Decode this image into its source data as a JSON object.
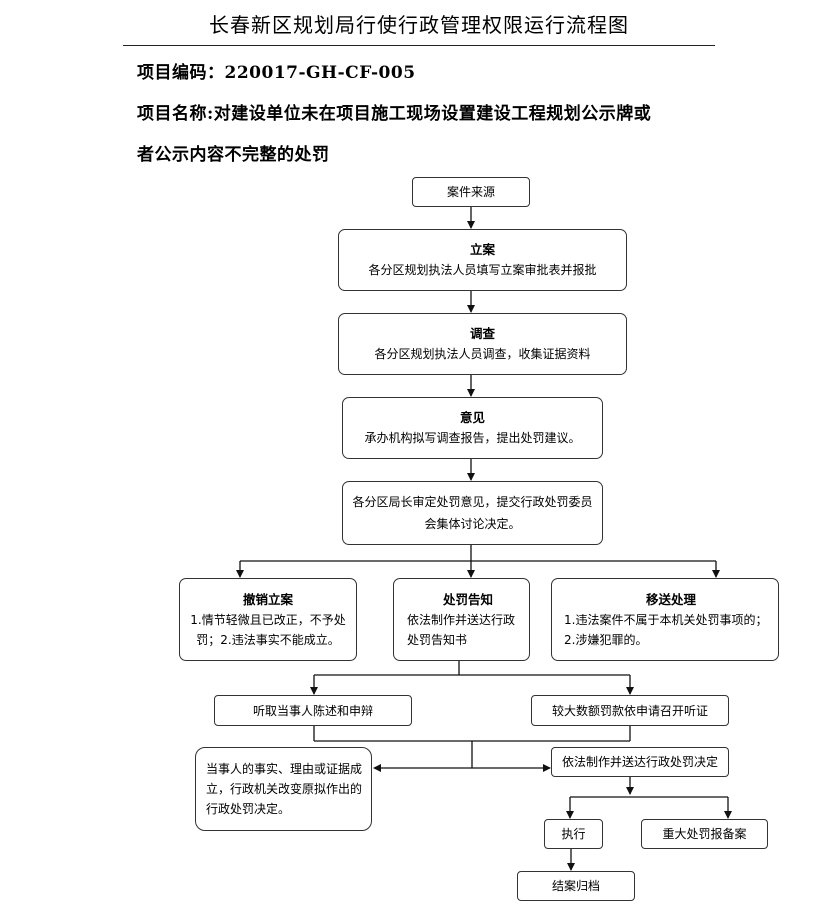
{
  "header": {
    "title": "长春新区规划局行使行政管理权限运行流程图",
    "project_code_label": "项目编码：",
    "project_code": "220017-GH-CF-005",
    "project_name_label": "项目名称:",
    "project_name_line1": "对建设单位未在项目施工现场设置建设工程规划公示牌或",
    "project_name_line2": "者公示内容不完整的处罚"
  },
  "flow": {
    "source": {
      "text": "案件来源"
    },
    "filing": {
      "heading": "立案",
      "text": "各分区规划执法人员填写立案审批表并报批"
    },
    "investigation": {
      "heading": "调查",
      "text": "各分区规划执法人员调查，收集证据资料"
    },
    "opinion": {
      "heading": "意见",
      "text": "承办机构拟写调查报告，提出处罚建议。"
    },
    "review": {
      "line1": "各分区局长审定处罚意见，提交行政处罚委员",
      "line2": "会集体讨论决定。"
    },
    "revoke": {
      "heading": "撤销立案",
      "line1": "1.情节轻微且已改正，不予处",
      "line2": "罚；2.违法事实不能成立。"
    },
    "notice": {
      "heading": "处罚告知",
      "line1": "依法制作并送达行政",
      "line2": "处罚告知书"
    },
    "transfer": {
      "heading": "移送处理",
      "line1": "1.违法案件不属于本机关处罚事项的；",
      "line2": "2.涉嫌犯罪的。"
    },
    "hear_statement": {
      "text": "听取当事人陈述和申辩"
    },
    "hearing": {
      "text": "较大数额罚款依申请召开听证"
    },
    "change_decision": {
      "line1": "当事人的事实、理由或证据成",
      "line2": "立，行政机关改变原拟作出的",
      "line3": "行政处罚决定。"
    },
    "decision": {
      "text": "依法制作并送达行政处罚决定"
    },
    "execute": {
      "text": "执行"
    },
    "filing_major": {
      "text": "重大处罚报备案"
    },
    "close": {
      "text": "结案归档"
    }
  }
}
